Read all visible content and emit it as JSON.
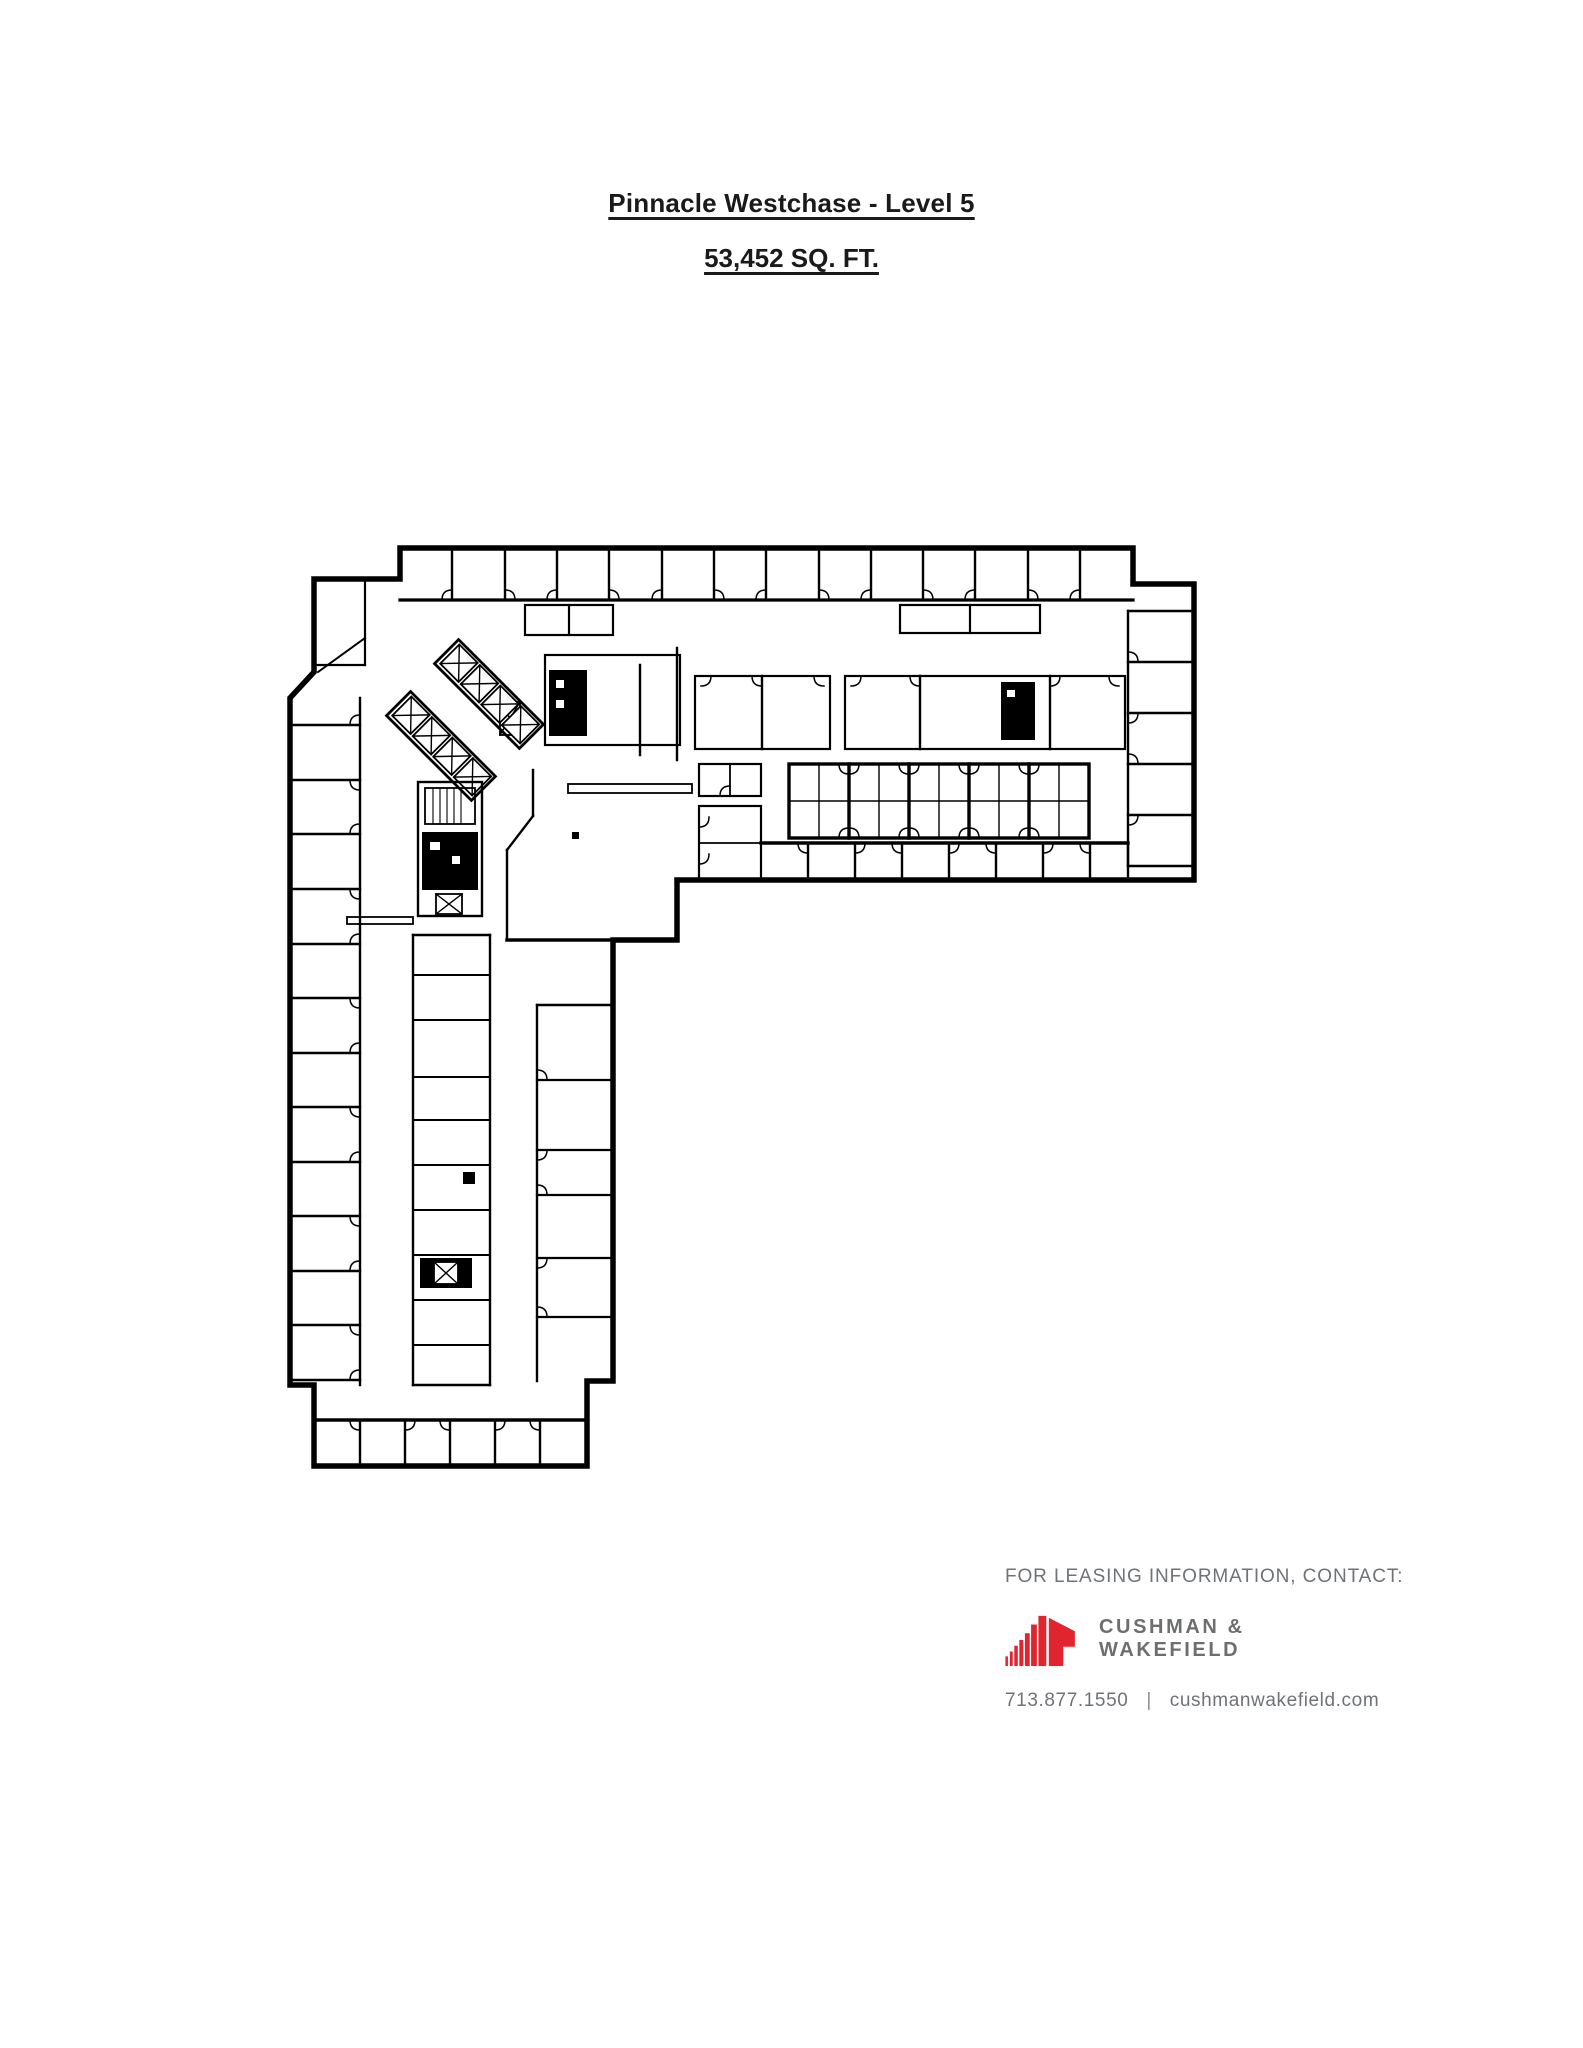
{
  "document": {
    "title": "Pinnacle Westchase - Level 5",
    "area": "53,452 SQ. FT."
  },
  "floor_plan": {
    "name": "Pinnacle Westchase Level 5 floor plan drawing",
    "line_color": "#000000"
  },
  "leasing": {
    "heading": "FOR LEASING INFORMATION, CONTACT:",
    "phone": "713.877.1550",
    "divider": "|",
    "website": "cushmanwakefield.com",
    "text_color": "#6F7276"
  },
  "brand": {
    "line1": "CUSHMAN &",
    "line2": "WAKEFIELD",
    "logo_icon": "cushman-wakefield-building-bars",
    "logo_red": "#E0252E",
    "name_gray": "#6D6E70"
  }
}
